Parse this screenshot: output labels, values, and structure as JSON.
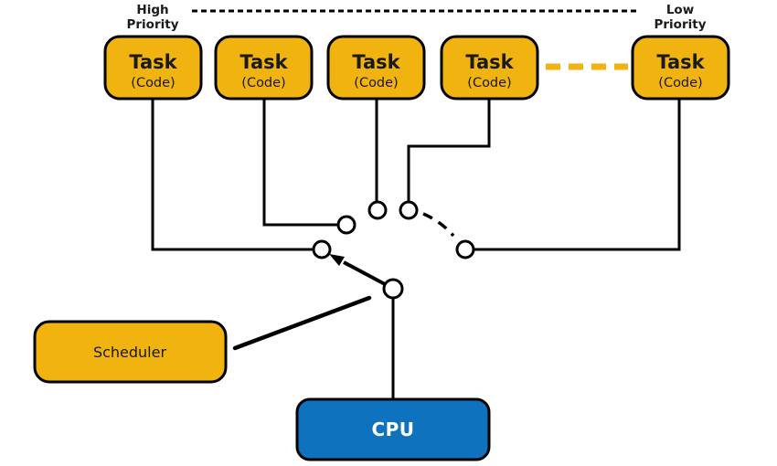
{
  "diagram": {
    "kind": "priority-based task scheduler selecting a task to run on the CPU",
    "priority_axis": {
      "high_line1": "High",
      "high_line2": "Priority",
      "low_line1": "Low",
      "low_line2": "Priority"
    },
    "tasks": [
      {
        "title": "Task",
        "subtitle": "(Code)"
      },
      {
        "title": "Task",
        "subtitle": "(Code)"
      },
      {
        "title": "Task",
        "subtitle": "(Code)"
      },
      {
        "title": "Task",
        "subtitle": "(Code)"
      },
      {
        "title": "Task",
        "subtitle": "(Code)"
      }
    ],
    "scheduler": {
      "label": "Scheduler"
    },
    "cpu": {
      "label": "CPU"
    },
    "colors": {
      "task_fill": "#F0B310",
      "cpu_fill": "#0E72BE",
      "line_color": "#000000",
      "ellipsis_color": "#F0B310",
      "text_dark": "#1A1A1A",
      "text_light": "#FFFFFF"
    }
  }
}
